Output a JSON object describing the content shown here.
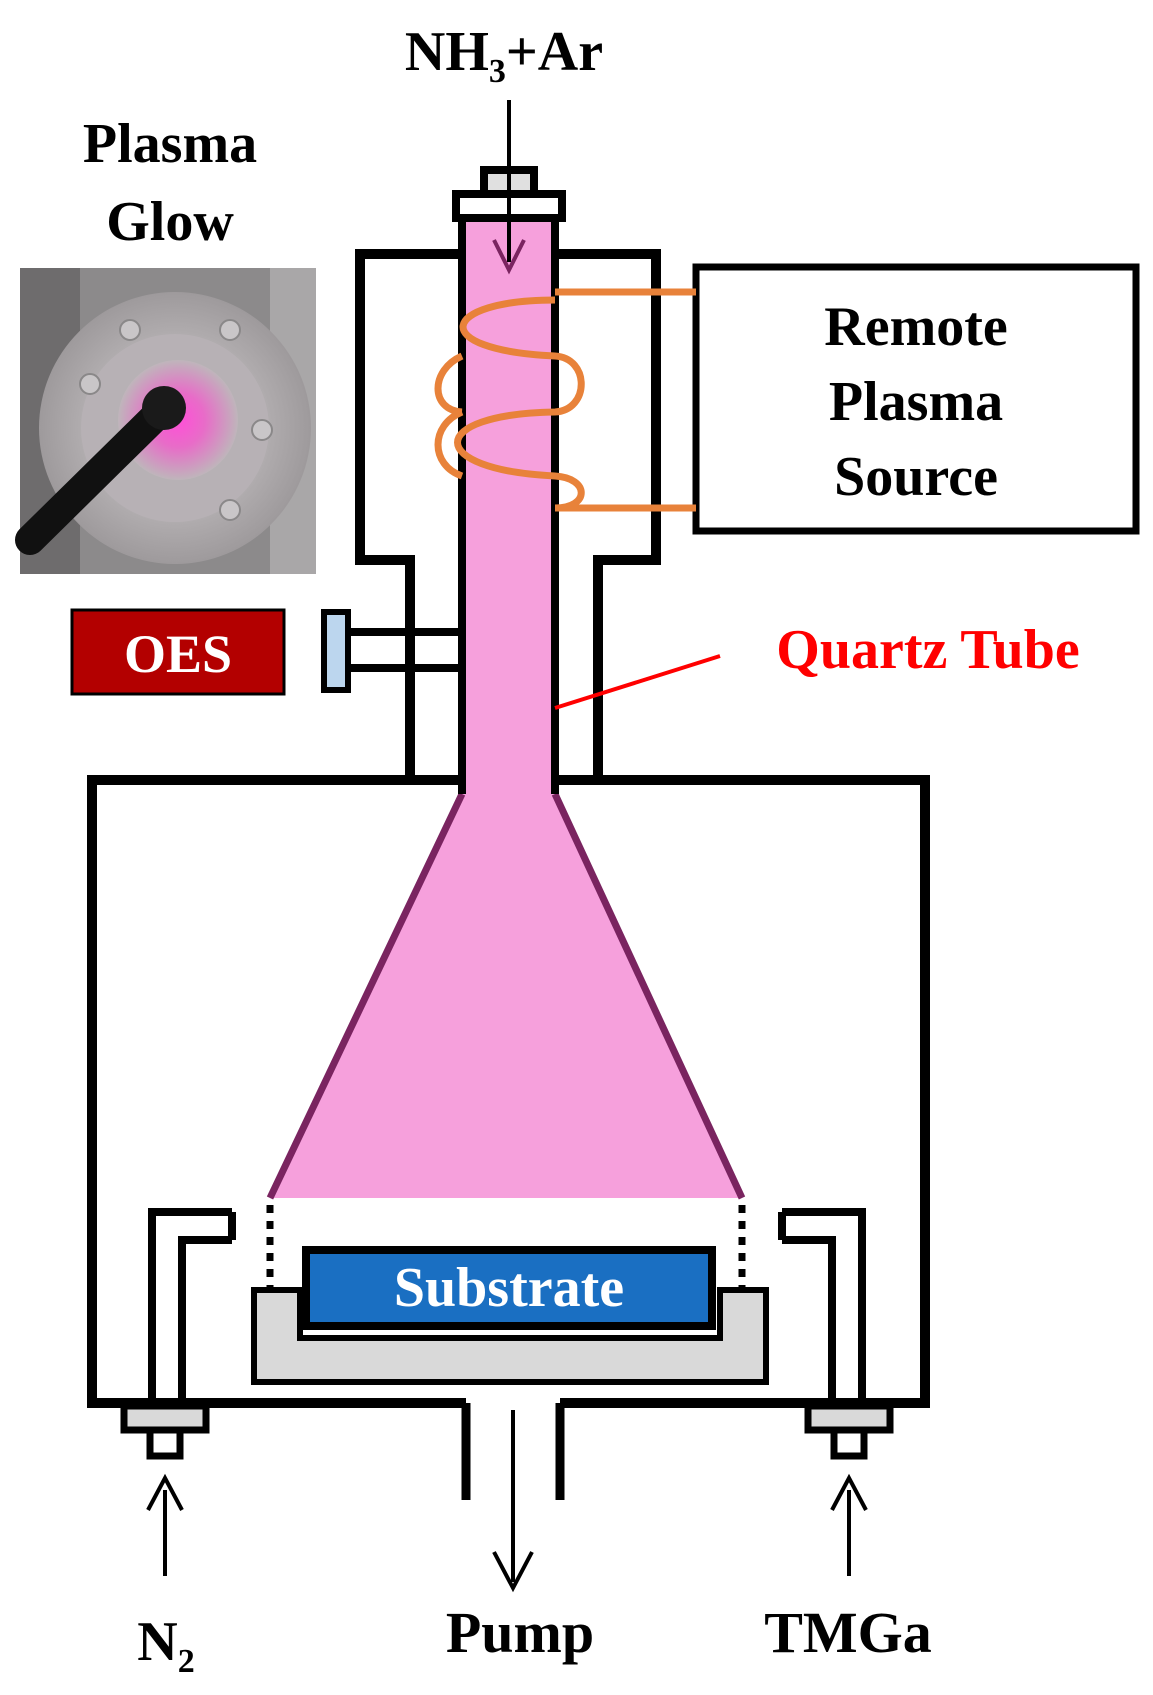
{
  "labels": {
    "gas_inlet_top": "NH3+Ar",
    "gas_inlet_top_main": "NH",
    "gas_inlet_top_sub": "3",
    "gas_inlet_top_rest": "+Ar",
    "plasma_glow_line1": "Plasma",
    "plasma_glow_line2": "Glow",
    "remote_line1": "Remote",
    "remote_line2": "Plasma",
    "remote_line3": "Source",
    "oes": "OES",
    "quartz_tube": "Quartz Tube",
    "substrate": "Substrate",
    "n2": "N2",
    "n2_main": "N",
    "n2_sub": "2",
    "pump": "Pump",
    "tmga": "TMGa"
  },
  "colors": {
    "plasma_fill": "#f6a0dc",
    "plasma_edge": "#7a2460",
    "coil": "#e8823a",
    "oes_box": "#b30000",
    "quartz_label": "#ff0000",
    "substrate": "#1a6fc2",
    "holder": "#d9d9d9",
    "viewport": "#bcd6ee",
    "outline": "#000000"
  }
}
